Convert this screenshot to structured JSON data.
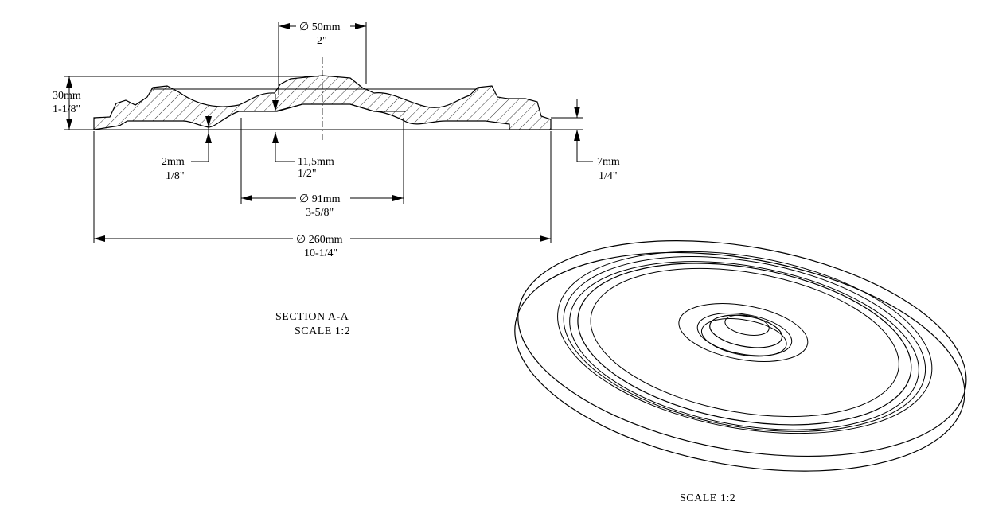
{
  "dimensions": {
    "top_diameter": {
      "metric": "∅ 50mm",
      "imperial": "2\""
    },
    "height": {
      "metric": "30mm",
      "imperial": "1-1/8\""
    },
    "thickness": {
      "metric": "2mm",
      "imperial": "1/8\""
    },
    "depth": {
      "metric": "11,5mm",
      "imperial": "1/2\""
    },
    "edge": {
      "metric": "7mm",
      "imperial": "1/4\""
    },
    "inner_diameter": {
      "metric": "∅ 91mm",
      "imperial": "3-5/8\""
    },
    "outer_diameter": {
      "metric": "∅ 260mm",
      "imperial": "10-1/4\""
    }
  },
  "captions": {
    "section_title": "SECTION  A-A",
    "section_scale": "SCALE  1:2",
    "iso_scale": "SCALE  1:2"
  },
  "style": {
    "line_color": "#000000",
    "background": "#ffffff"
  }
}
